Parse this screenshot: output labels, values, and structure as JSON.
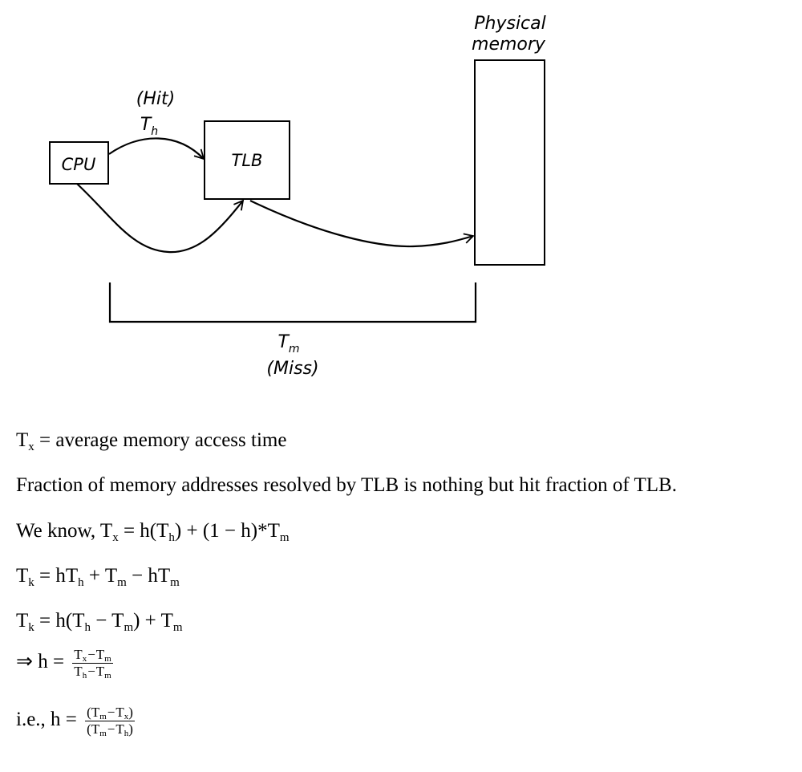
{
  "diagram": {
    "cpu_label": "CPU",
    "tlb_label": "TLB",
    "memory_label_line1": "Physical",
    "memory_label_line2": "memory",
    "hit_label": "(Hit)",
    "hit_time": {
      "base": "T",
      "sub": "h"
    },
    "miss_time": {
      "base": "T",
      "sub": "m"
    },
    "miss_label": "(Miss)"
  },
  "equations": {
    "line1": {
      "t": "T",
      "sub": "x",
      "rest": " = average memory access time"
    },
    "line2": {
      "text": "Fraction of memory addresses resolved by TLB is nothing but hit fraction of TLB."
    },
    "line3": {
      "prefix": "We know, ",
      "t1": "T",
      "s1": "x",
      "mid": " = h(",
      "t2": "T",
      "s2": "h",
      "mid2": ") + (1 − h)*",
      "t3": "T",
      "s3": "m"
    },
    "line4": {
      "t1": "T",
      "s1": "k",
      "mid1": " = h",
      "t2": "T",
      "s2": "h",
      "mid2": " + ",
      "t3": "T",
      "s3": "m",
      "mid3": " − h",
      "t4": "T",
      "s4": "m"
    },
    "line5": {
      "t1": "T",
      "s1": "k",
      "mid1": " = h(",
      "t2": "T",
      "s2": "h",
      "mid2": " − ",
      "t3": "T",
      "s3": "m",
      "mid3": ") + ",
      "t4": "T",
      "s4": "m"
    },
    "line6": {
      "prefix": "⇒ h =",
      "num": {
        "t1": "T",
        "s1": "x",
        "op": "−",
        "t2": "T",
        "s2": "m"
      },
      "den": {
        "t1": "T",
        "s1": "h",
        "op": "−",
        "t2": "T",
        "s2": "m"
      }
    },
    "line7": {
      "prefix": "i.e., h =",
      "num": {
        "open": "(",
        "t1": "T",
        "s1": "m",
        "op": "−",
        "t2": "T",
        "s2": "x",
        "close": ")"
      },
      "den": {
        "open": "(",
        "t1": "T",
        "s1": "m",
        "op": "−",
        "t2": "T",
        "s2": "h",
        "close": ")"
      }
    }
  }
}
